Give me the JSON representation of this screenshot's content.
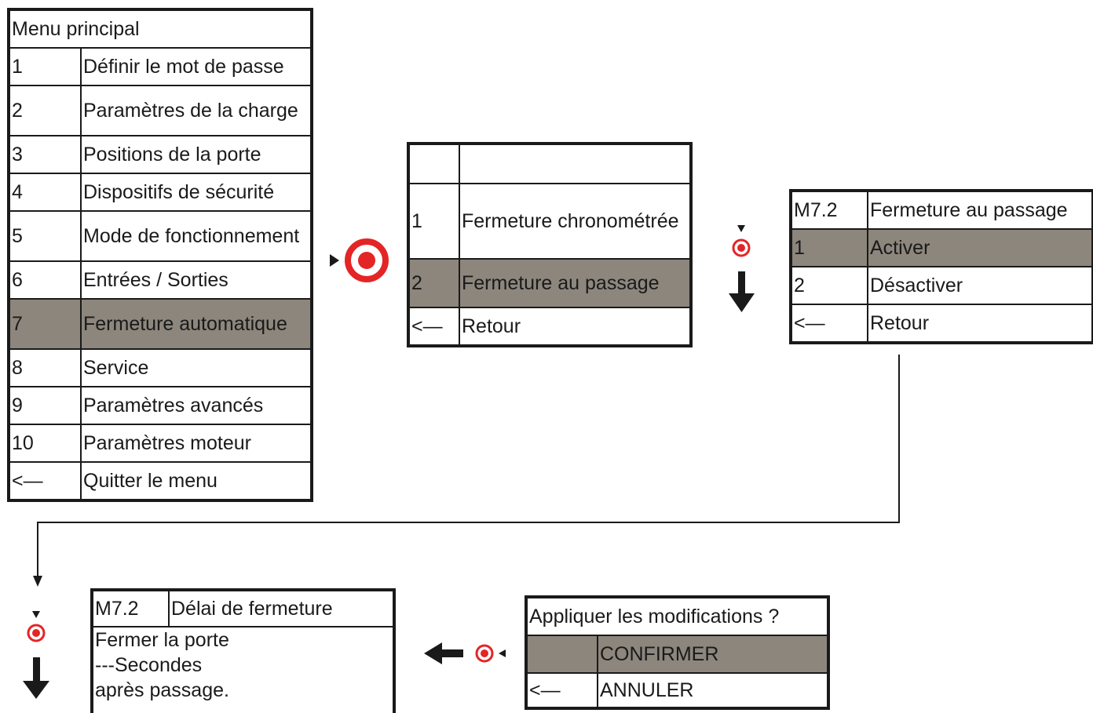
{
  "main_menu": {
    "title": "Menu principal",
    "items": [
      {
        "num": "1",
        "label": "Définir le mot de passe",
        "selected": false
      },
      {
        "num": "2",
        "label": "Paramètres de la charge",
        "selected": false
      },
      {
        "num": "3",
        "label": "Positions de la porte",
        "selected": false
      },
      {
        "num": "4",
        "label": "Dispositifs de sécurité",
        "selected": false
      },
      {
        "num": "5",
        "label": "Mode de fonctionnement",
        "selected": false
      },
      {
        "num": "6",
        "label": "Entrées / Sorties",
        "selected": false
      },
      {
        "num": "7",
        "label": "Fermeture automatique",
        "selected": true
      },
      {
        "num": "8",
        "label": "Service",
        "selected": false
      },
      {
        "num": "9",
        "label": "Paramètres avancés",
        "selected": false
      },
      {
        "num": "10",
        "label": "Paramètres moteur",
        "selected": false
      },
      {
        "num": "<—",
        "label": "Quitter le menu",
        "selected": false
      }
    ]
  },
  "submenu": {
    "header_num": "",
    "header_label": "",
    "items": [
      {
        "num": "1",
        "label": "Fermeture chronométrée",
        "selected": false
      },
      {
        "num": "2",
        "label": "Fermeture au passage",
        "selected": true
      },
      {
        "num": "<—",
        "label": "Retour",
        "selected": false
      }
    ]
  },
  "m72_menu": {
    "code": "M7.2",
    "title": "Fermeture au passage",
    "items": [
      {
        "num": "1",
        "label": "Activer",
        "selected": true
      },
      {
        "num": "2",
        "label": "Désactiver",
        "selected": false
      },
      {
        "num": "<—",
        "label": "Retour",
        "selected": false
      }
    ]
  },
  "delay_screen": {
    "code": "M7.2",
    "title": "Délai de fermeture",
    "lines": [
      "Fermer la porte",
      "---Secondes",
      "après passage."
    ]
  },
  "apply_dialog": {
    "question": "Appliquer les modifications ?",
    "items": [
      {
        "num": "",
        "label": "CONFIRMER",
        "selected": true
      },
      {
        "num": "<—",
        "label": "ANNULER",
        "selected": false
      }
    ]
  },
  "colors": {
    "selected_row": "#8c867d",
    "button_red": "#e32526",
    "line": "#1a1a1a"
  },
  "icons": [
    "button-press-icon",
    "arrow-down-icon",
    "arrow-left-icon",
    "pointer-triangle-icon"
  ]
}
